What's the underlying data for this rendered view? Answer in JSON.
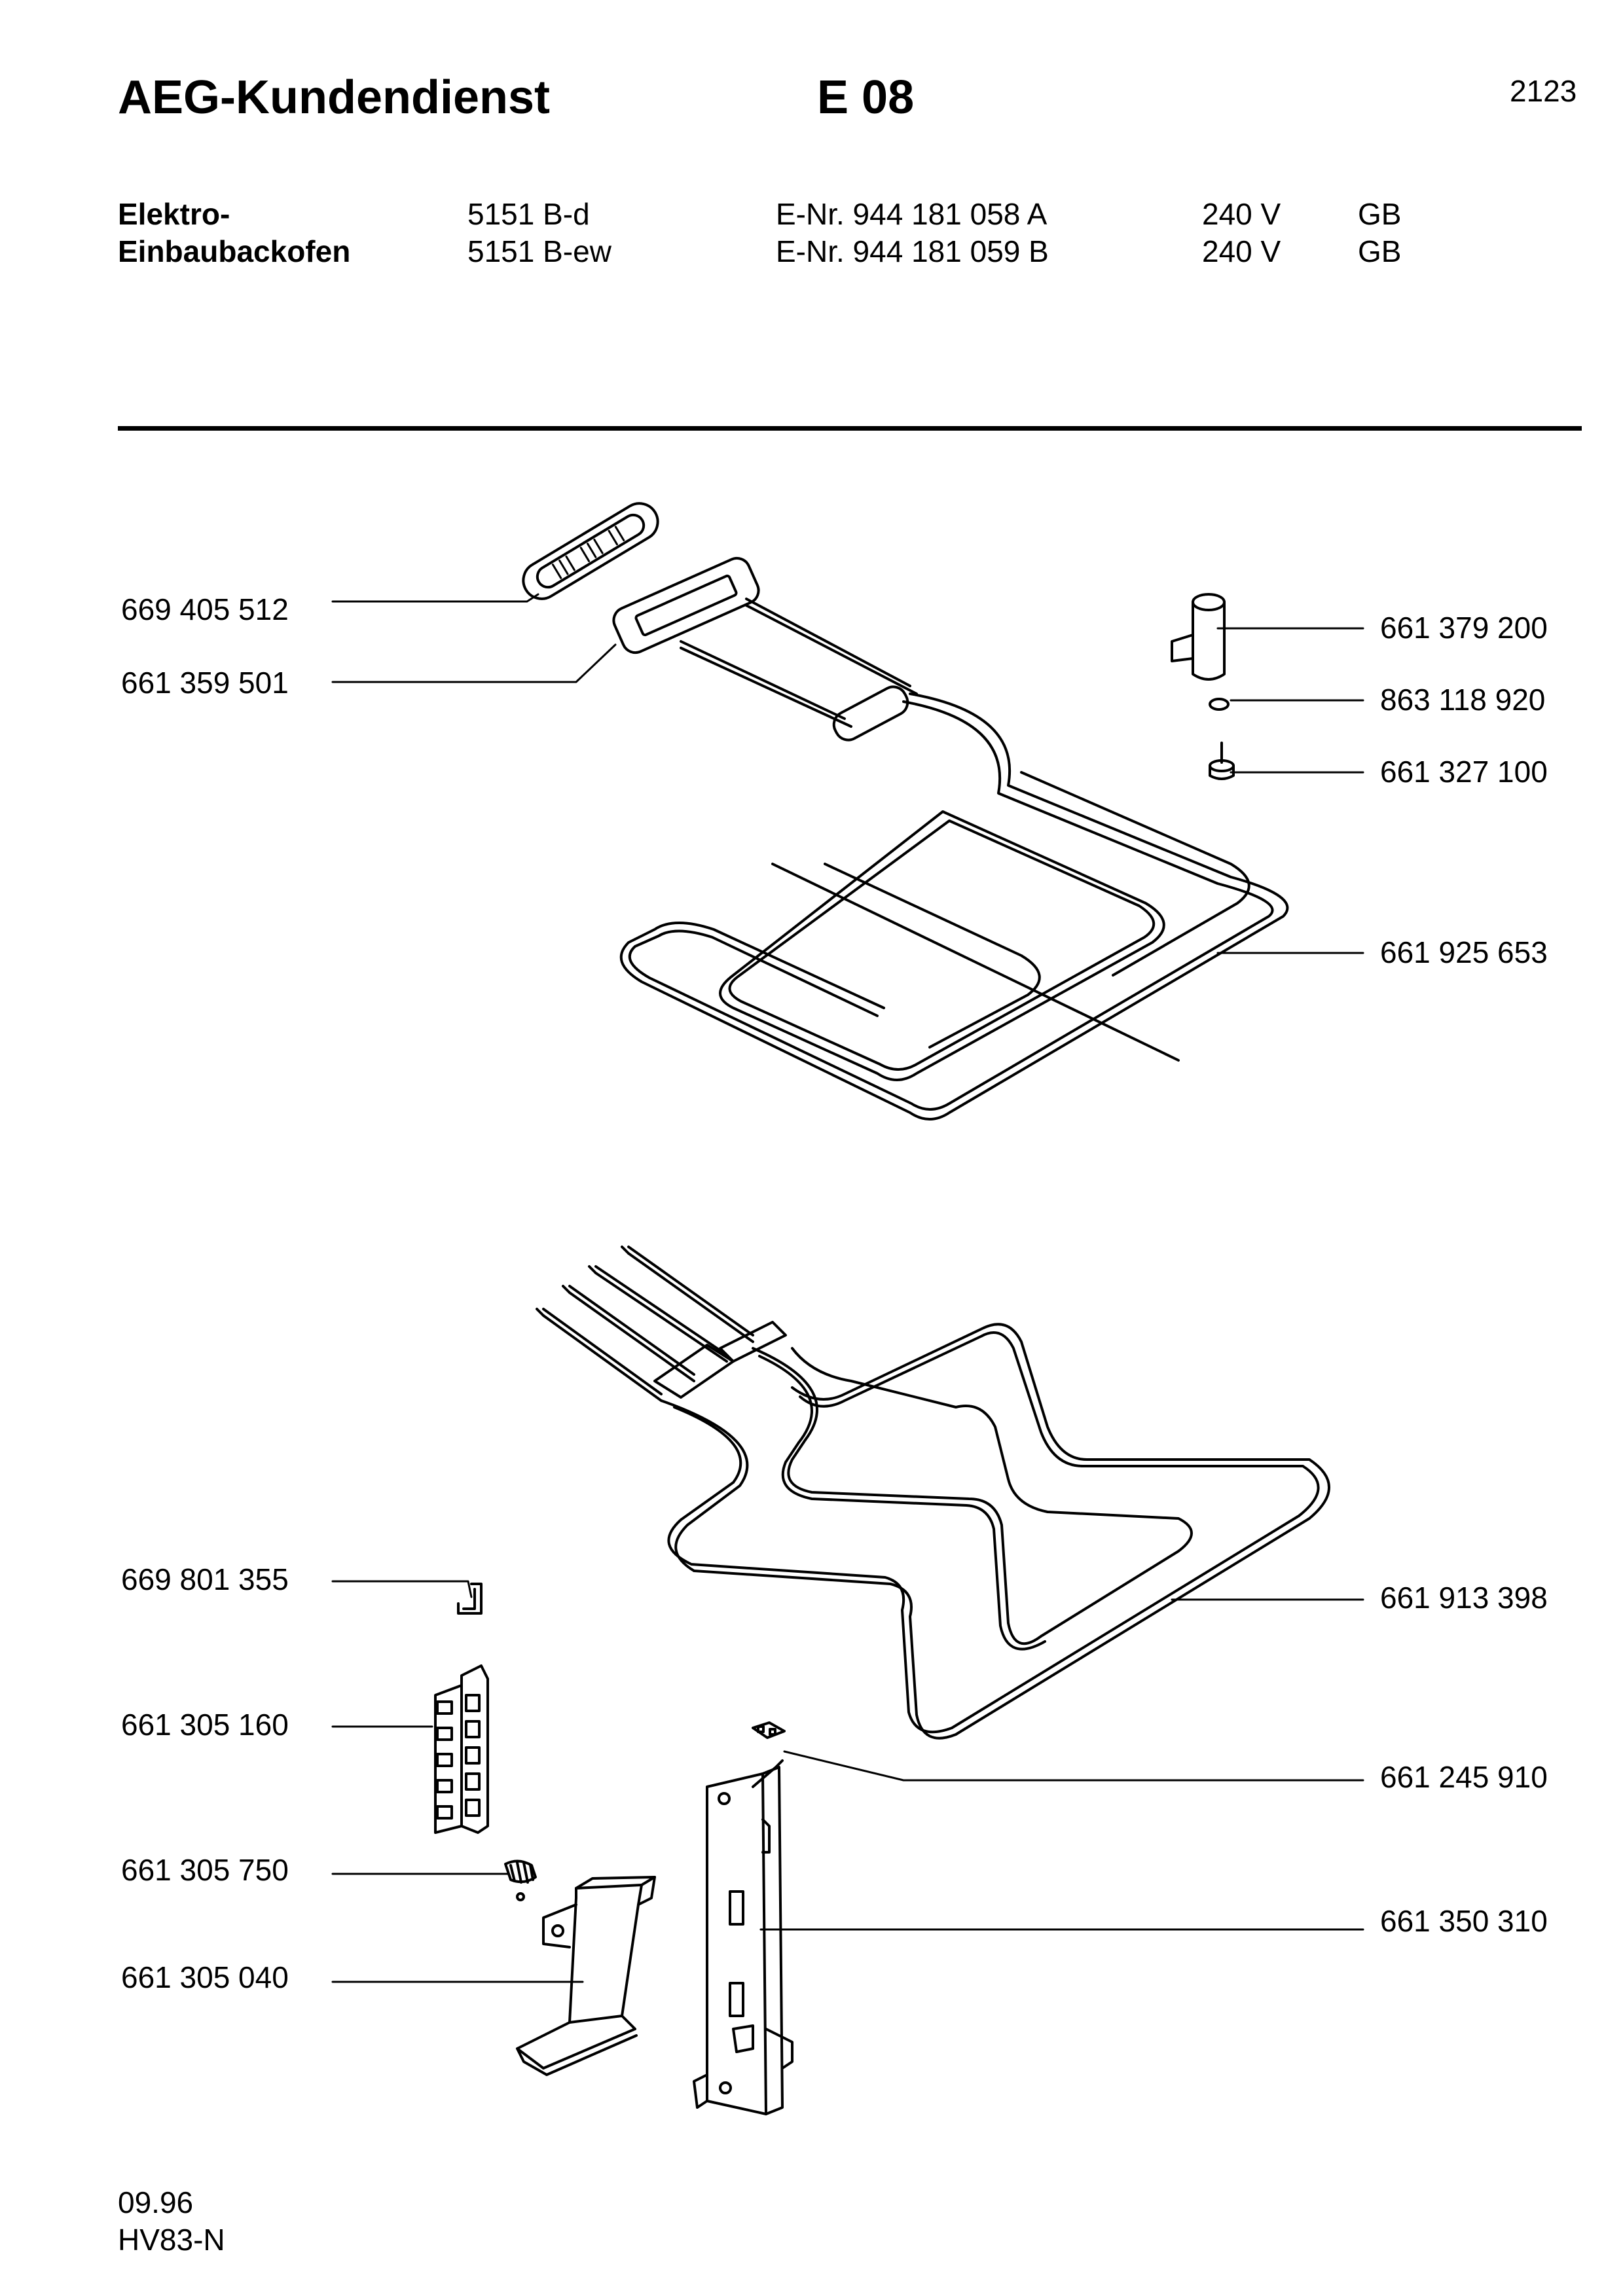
{
  "header": {
    "brand": "AEG-Kundendienst",
    "code": "E 08",
    "page_number": "2123"
  },
  "product": {
    "type_line1": "Elektro-",
    "type_line2": "Einbaubackofen",
    "rows": [
      {
        "model": "5151 B-d",
        "enr": "E-Nr. 944 181 058 A",
        "voltage": "240 V",
        "country": "GB"
      },
      {
        "model": "5151 B-ew",
        "enr": "E-Nr. 944 181 059 B",
        "voltage": "240 V",
        "country": "GB"
      }
    ]
  },
  "parts": {
    "left": [
      "669 405 512",
      "661 359 501",
      "669 801 355",
      "661 305 160",
      "661 305 750",
      "661 305 040"
    ],
    "right": [
      "661 379 200",
      "863 118 920",
      "661 327 100",
      "661 925 653",
      "661 913 398",
      "661 245 910",
      "661 350 310"
    ]
  },
  "footer": {
    "date": "09.96",
    "ref": "HV83-N"
  }
}
